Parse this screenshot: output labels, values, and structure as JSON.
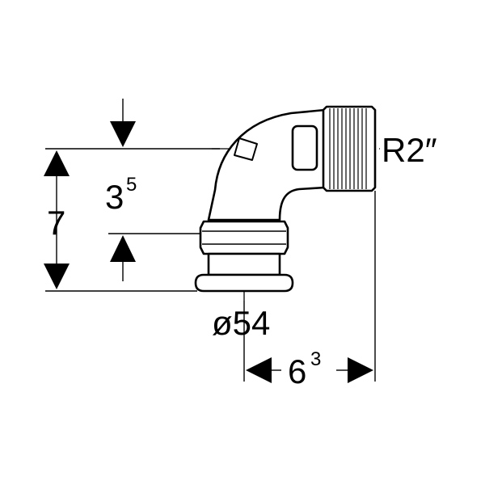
{
  "labels": {
    "top_dim_base": "3",
    "top_dim_sup": "5",
    "overall_dim": "7",
    "thread": "R2″",
    "diameter": "ø54",
    "bottom_dim_base": "6",
    "bottom_dim_sup": "3"
  },
  "colors": {
    "ink": "#000000",
    "paper": "#ffffff"
  }
}
